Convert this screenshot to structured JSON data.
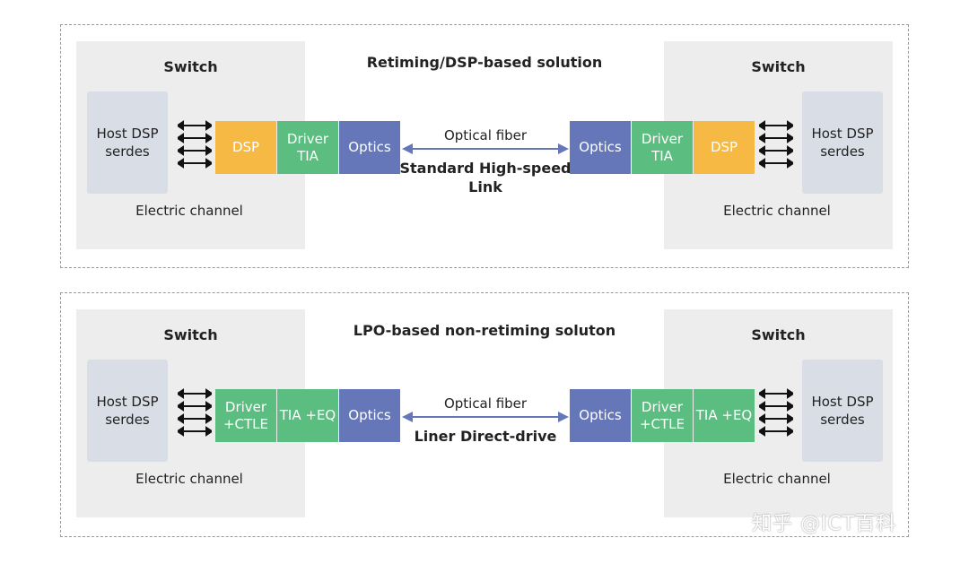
{
  "panels": [
    {
      "title": "Retiming/DSP-based solution",
      "switch_label": "Switch",
      "host_label": "Host DSP serdes",
      "electric_label": "Electric channel",
      "left_blocks": [
        "DSP",
        "Driver TIA",
        "Optics"
      ],
      "right_blocks": [
        "Optics",
        "Driver TIA",
        "DSP"
      ],
      "fiber_label": "Optical fiber",
      "link_label": "Standard High-speed Link"
    },
    {
      "title": "LPO-based non-retiming soluton",
      "switch_label": "Switch",
      "host_label": "Host DSP serdes",
      "electric_label": "Electric channel",
      "left_blocks": [
        "Driver +CTLE",
        "TIA +EQ",
        "Optics"
      ],
      "right_blocks": [
        "Optics",
        "Driver +CTLE",
        "TIA +EQ"
      ],
      "fiber_label": "Optical fiber",
      "link_label": "Liner Direct-drive"
    }
  ],
  "watermark": "知乎 @ICT百科",
  "colors": {
    "dsp": "#f6b944",
    "driver": "#5cbd80",
    "optics": "#6577b9",
    "switch_bg": "#ededed",
    "host_bg": "#d9dde6"
  }
}
